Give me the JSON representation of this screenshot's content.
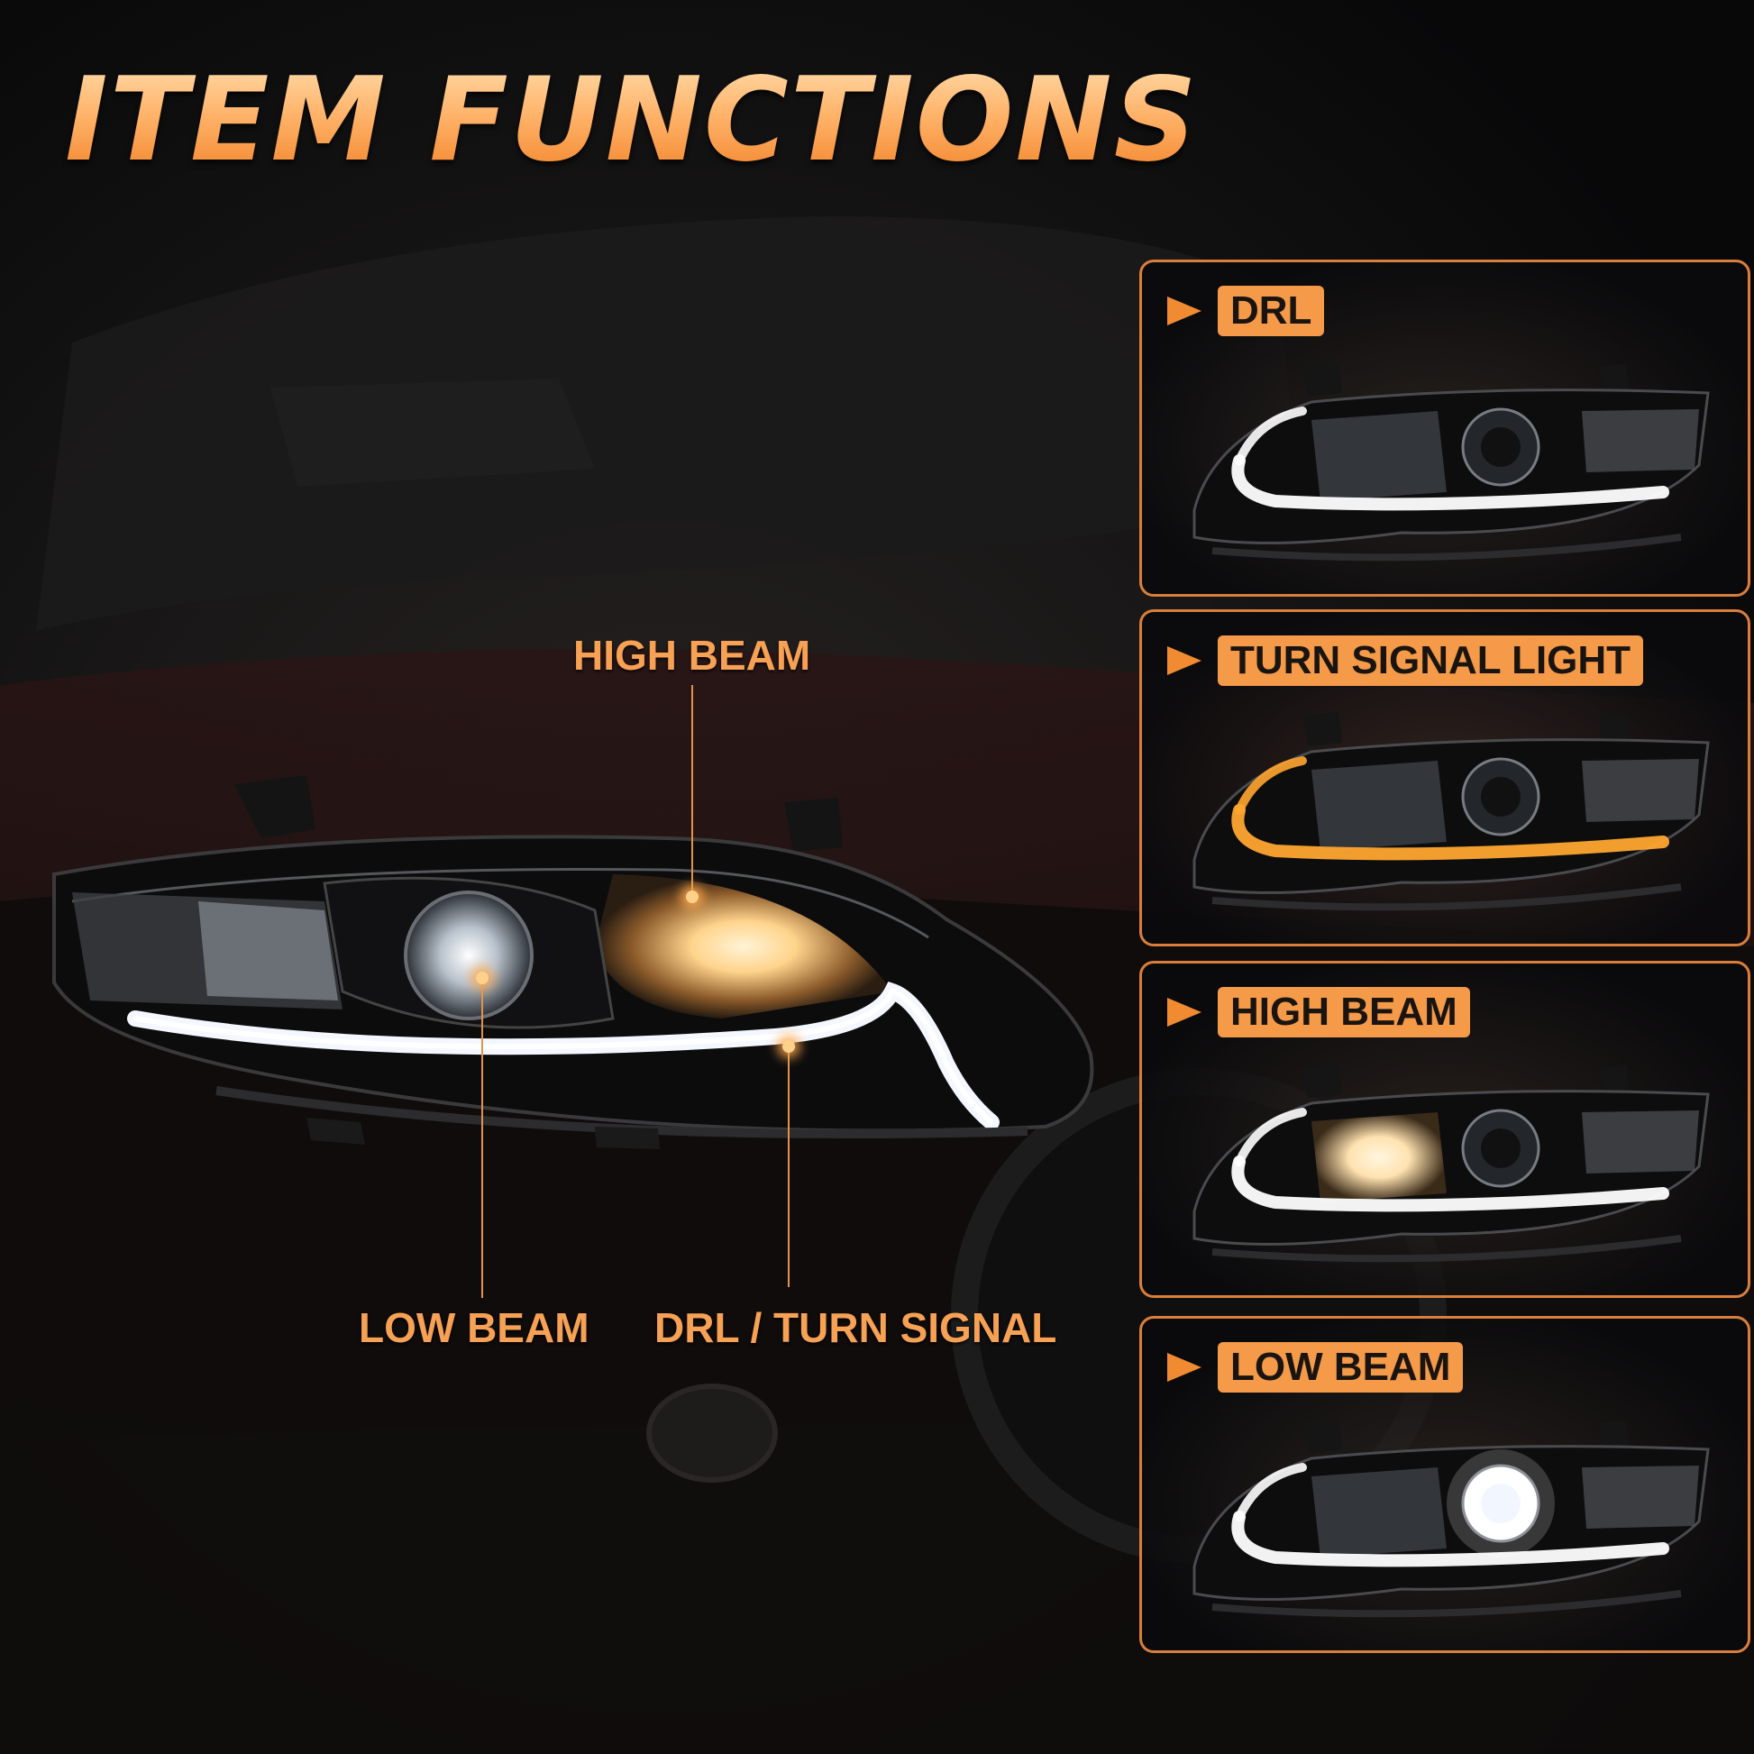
{
  "title": "ITEM FUNCTIONS",
  "callouts": {
    "high_beam": "HIGH BEAM",
    "low_beam": "LOW BEAM",
    "drl_turn": "DRL / TURN SIGNAL"
  },
  "panels": [
    {
      "label": "DRL",
      "mode": "drl"
    },
    {
      "label": "TURN SIGNAL LIGHT",
      "mode": "turn"
    },
    {
      "label": "HIGH BEAM",
      "mode": "high"
    },
    {
      "label": "LOW BEAM",
      "mode": "low"
    }
  ],
  "colors": {
    "accent": "#f49a48",
    "border": "#d97f3b",
    "callout_text": "#f7a154",
    "drl_white": "#ffffff",
    "turn_amber": "#ffa630",
    "beam_warm": "#ffe2b0"
  }
}
